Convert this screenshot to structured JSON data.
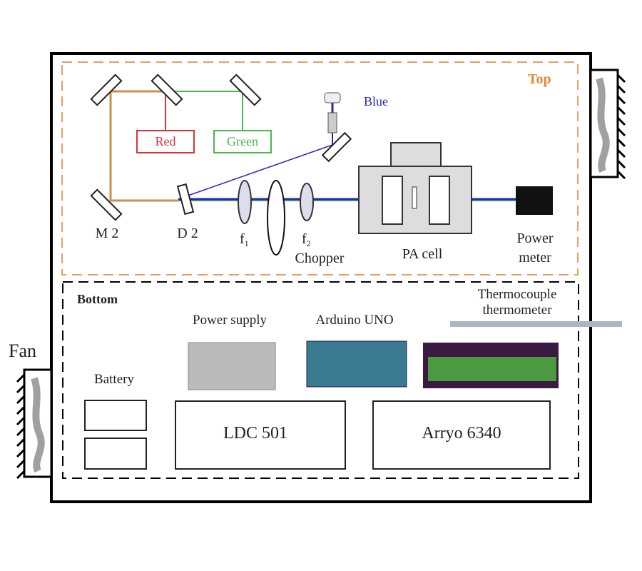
{
  "labels": {
    "top": "Top",
    "bottom": "Bottom",
    "red": "Red",
    "green": "Green",
    "blue": "Blue",
    "m2": "M 2",
    "d2": "D 2",
    "f1": "f",
    "f1_sub": "1",
    "f2": "f",
    "f2_sub": "2",
    "chopper": "Chopper",
    "pa_cell": "PA cell",
    "power_meter_1": "Power",
    "power_meter_2": "meter",
    "fan": "Fan",
    "battery": "Battery",
    "power_supply": "Power supply",
    "arduino": "Arduino UNO",
    "thermo_1": "Thermocouple",
    "thermo_2": "thermometer",
    "ldc": "LDC 501",
    "arroyo": "Arryo 6340"
  },
  "colors": {
    "top_border": "#e8a060",
    "top_label": "#e08a3a",
    "red": "#d9343a",
    "green": "#4cb84c",
    "blue": "#2a28b8",
    "orange_beam": "#c89050"
  }
}
